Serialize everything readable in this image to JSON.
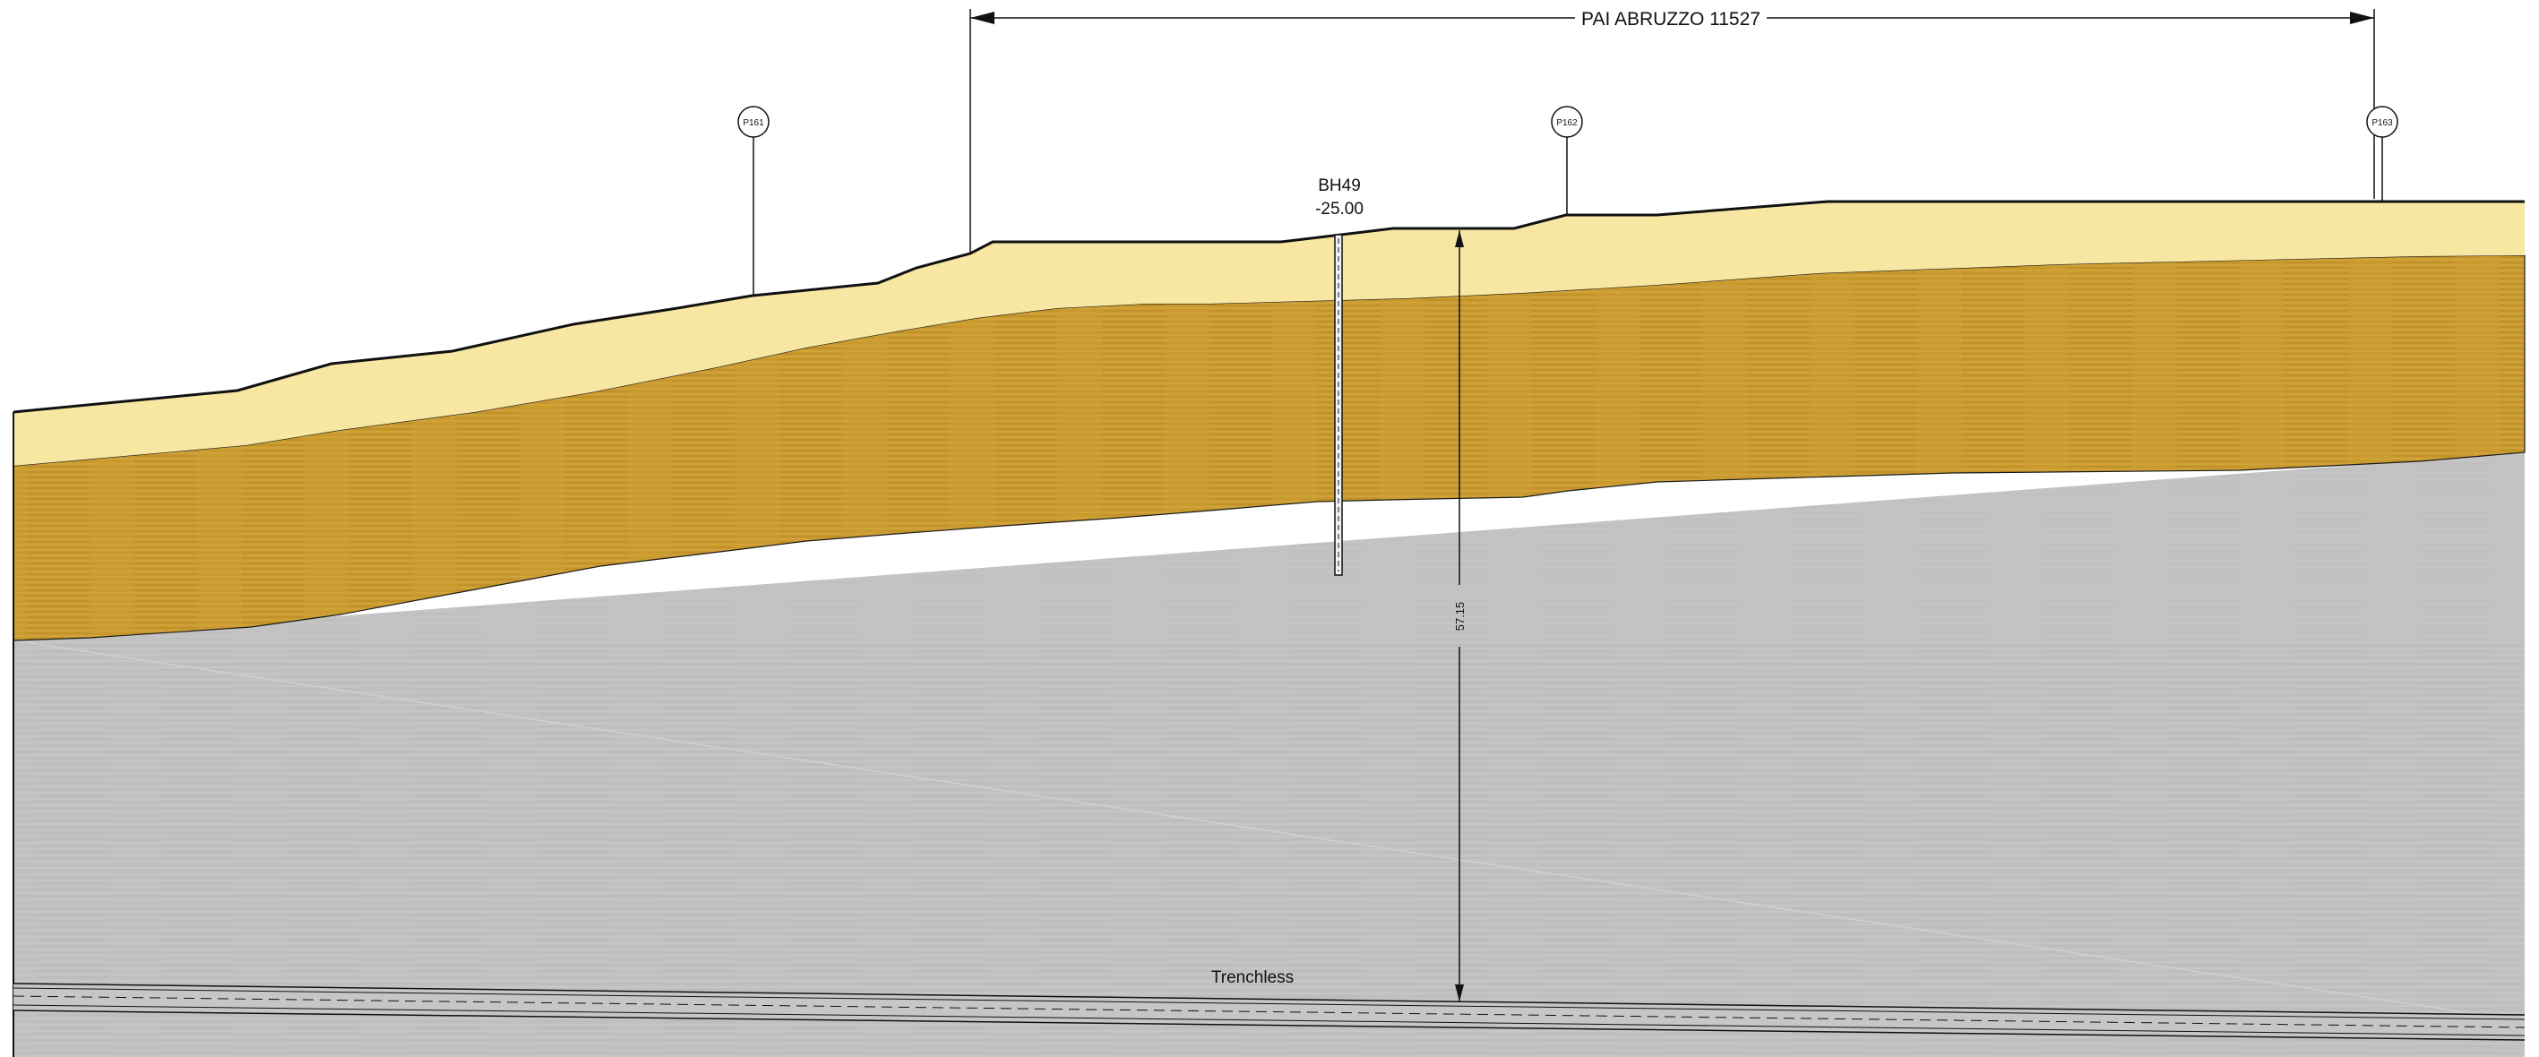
{
  "section_title": "PAI ABRUZZO 11527",
  "poles": [
    {
      "id": "p161",
      "label": "P161"
    },
    {
      "id": "p162",
      "label": "P162"
    },
    {
      "id": "p163",
      "label": "P163"
    }
  ],
  "borehole": {
    "name": "BH49",
    "depth": "-25.00"
  },
  "depth_dimension": "57.15",
  "crossing_method": "Trenchless",
  "colors": {
    "topsoil": "#f7e7a3",
    "clay": "#c99a2e",
    "bedrock": "#c0c0c0",
    "outline": "#111111"
  }
}
